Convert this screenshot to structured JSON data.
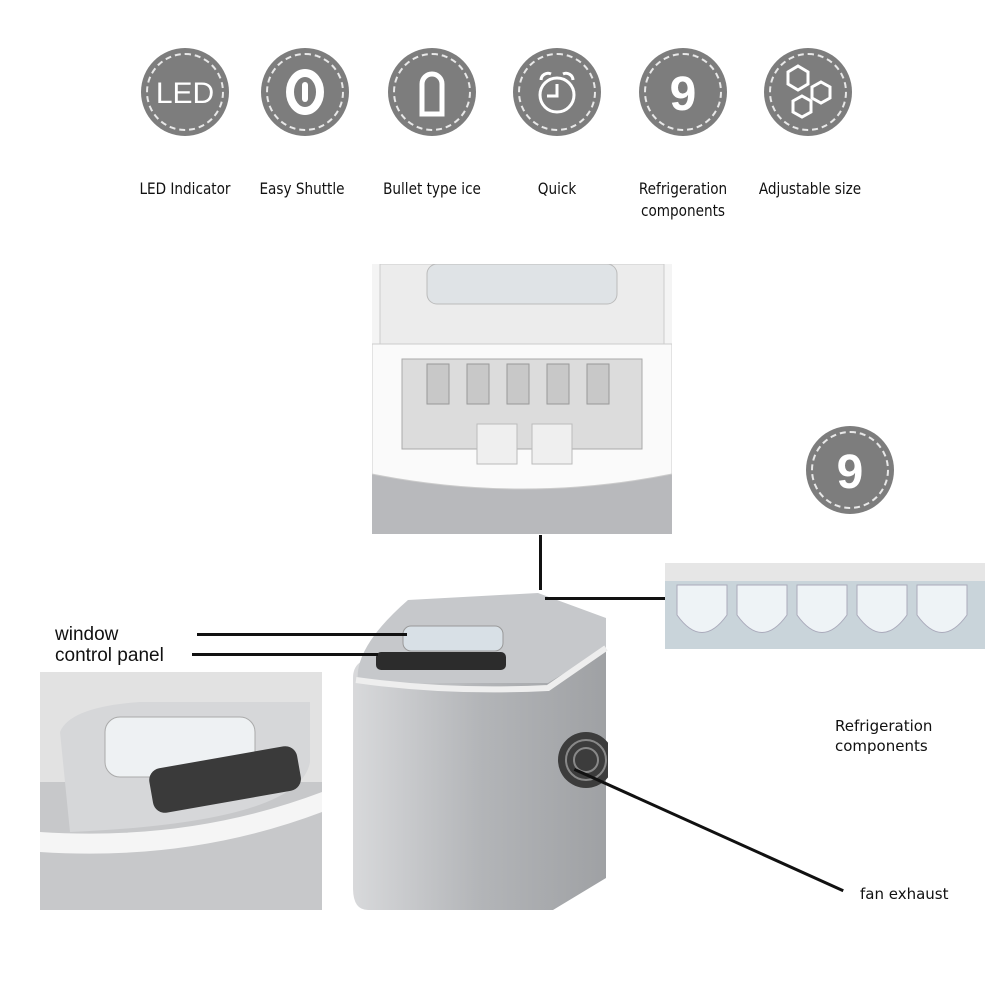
{
  "features": [
    {
      "icon": "led-icon",
      "glyph": "LED",
      "label": "LED Indicator"
    },
    {
      "icon": "shuttle-icon",
      "label": "Easy Shuttle"
    },
    {
      "icon": "bullet-ice-icon",
      "label": "Bullet type ice"
    },
    {
      "icon": "alarm-clock-icon",
      "label": "Quick"
    },
    {
      "icon": "nine-icon",
      "glyph": "9",
      "label": "Refrigeration components"
    },
    {
      "icon": "hexagons-icon",
      "label": "Adjustable size"
    }
  ],
  "callouts": {
    "window": "window",
    "control_panel": "control panel",
    "fan": "fan exhaust",
    "refrigeration": "Refrigeration components",
    "nine_badge": "9"
  },
  "colors": {
    "badge": "#7d7d7d",
    "silver": "#b9bbbe"
  }
}
